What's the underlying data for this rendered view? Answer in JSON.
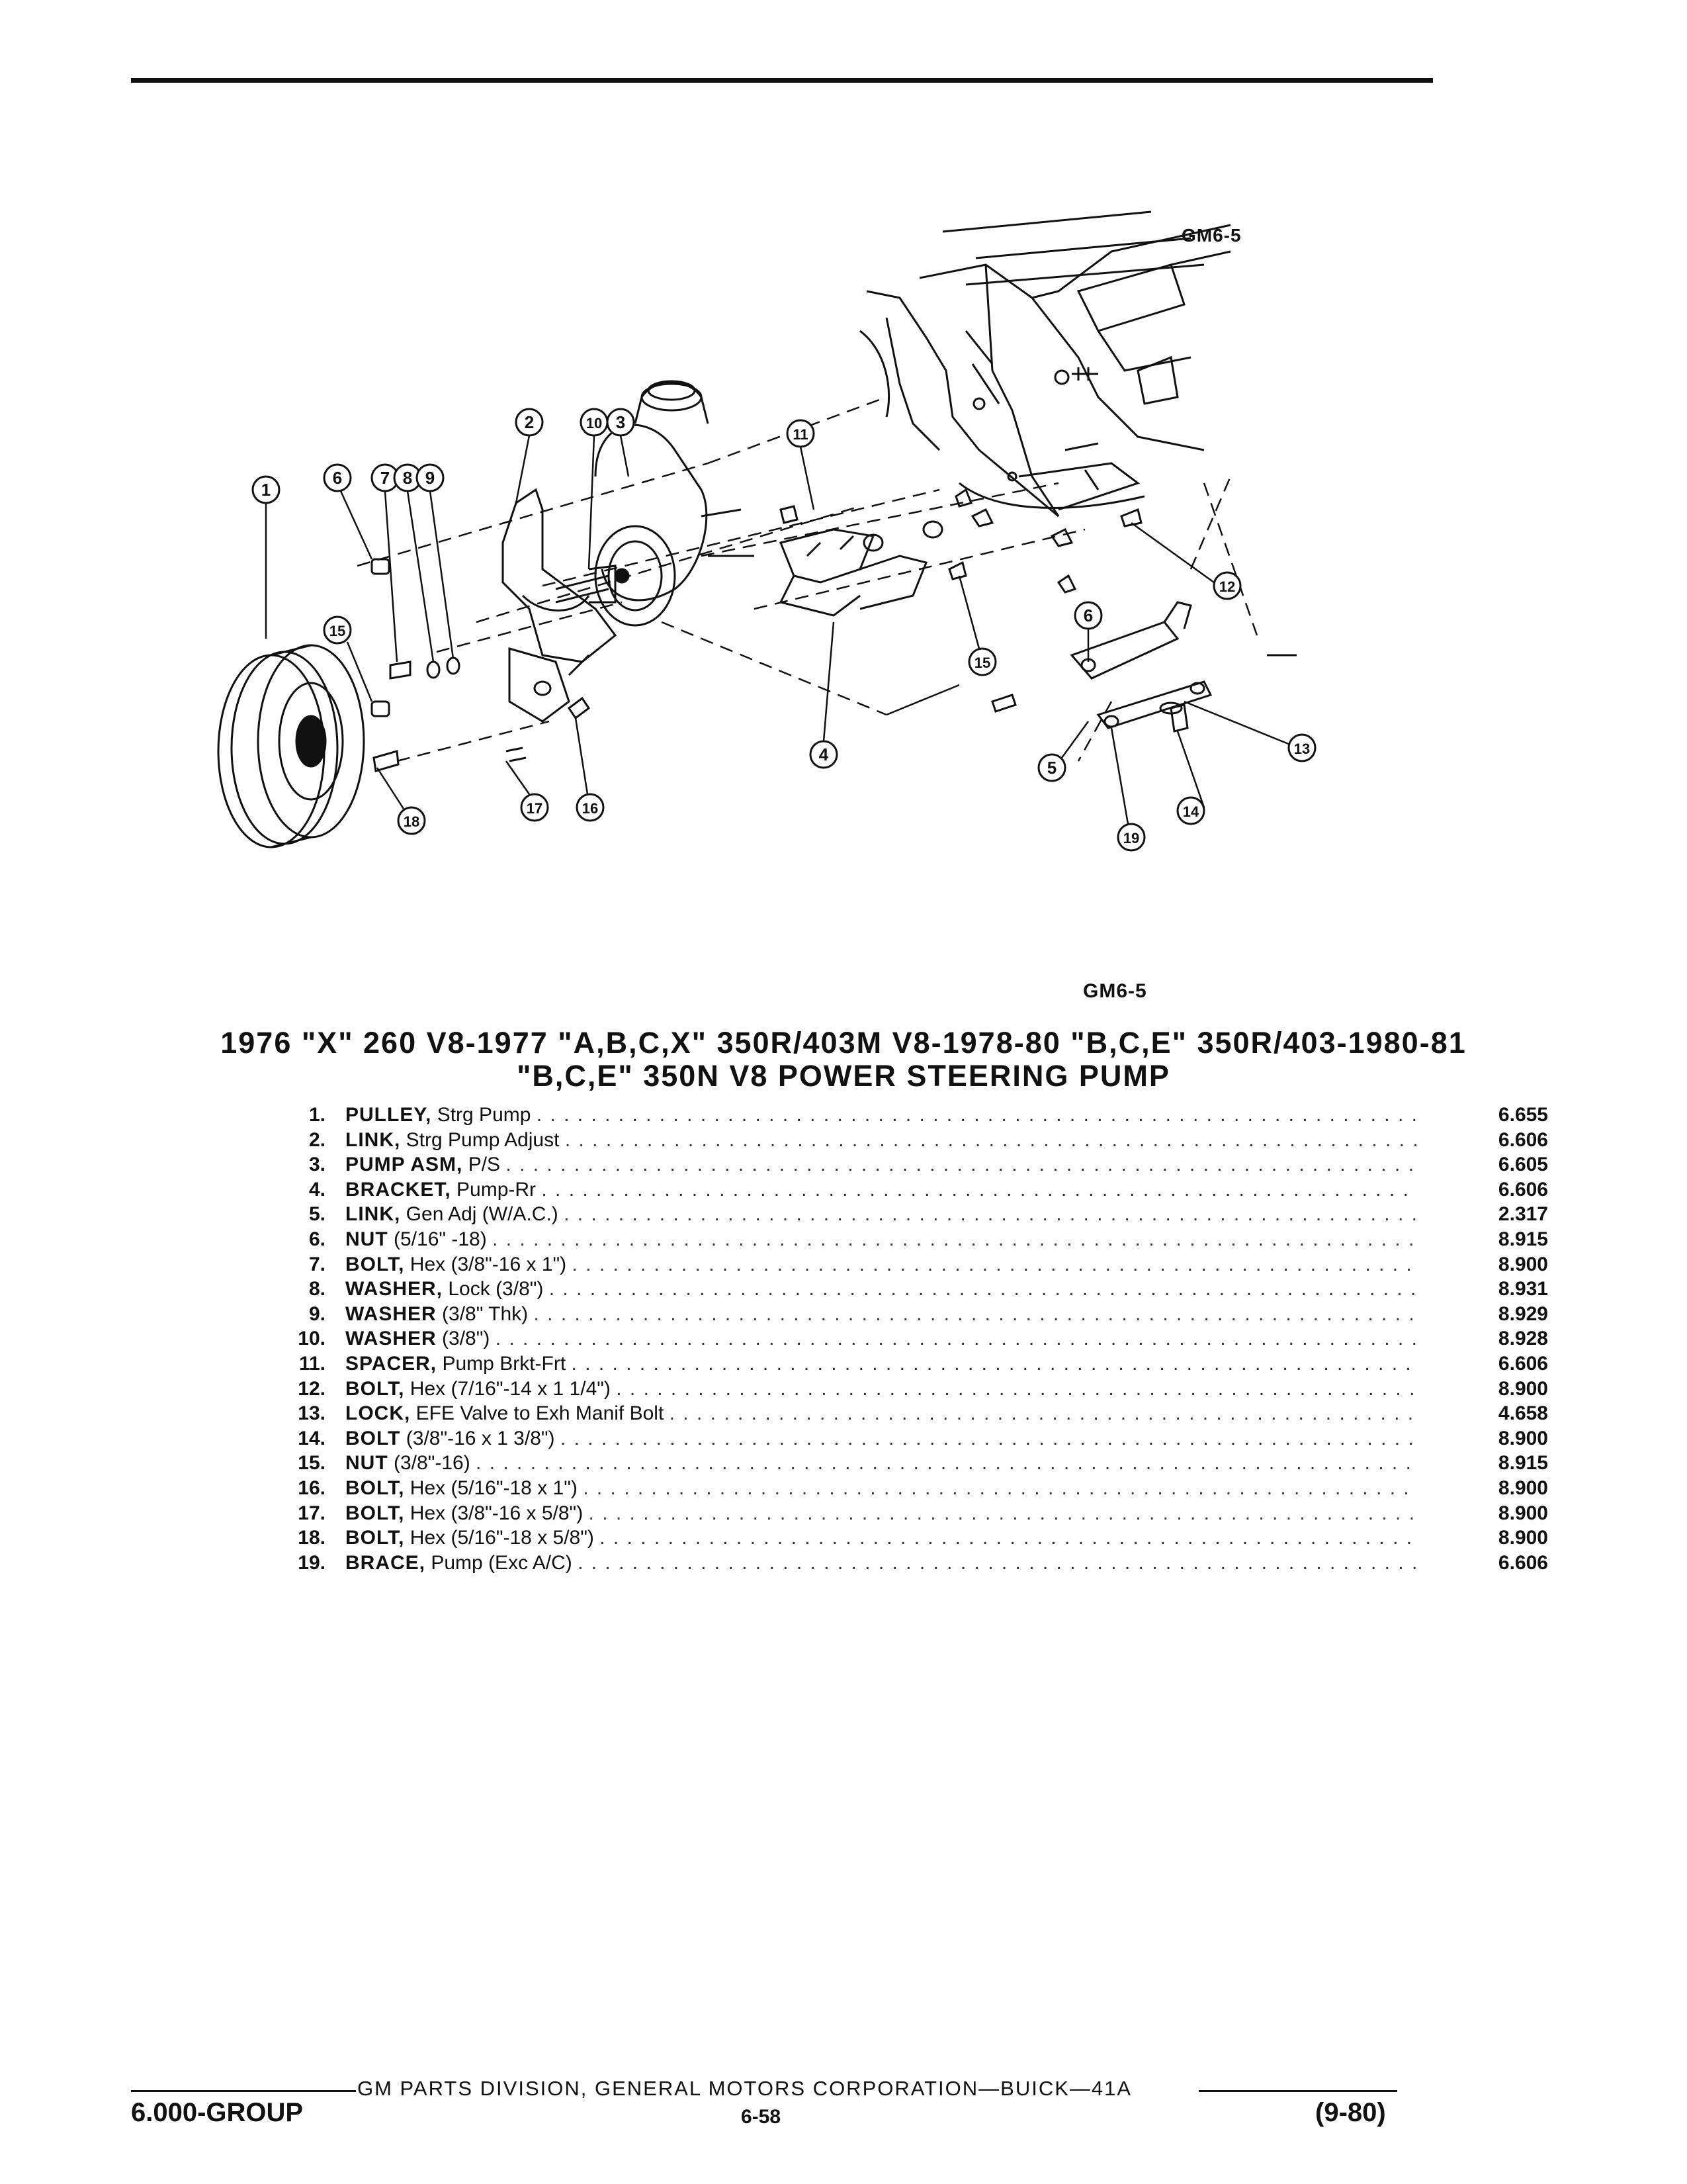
{
  "header": {
    "diagram_code_top": "GM6-5",
    "diagram_code_bottom": "GM6-5"
  },
  "title": {
    "line1": "1976 \"X\" 260 V8-1977 \"A,B,C,X\" 350R/403M V8-1978-80 \"B,C,E\" 350R/403-1980-81",
    "line2": "\"B,C,E\" 350N V8 POWER STEERING PUMP"
  },
  "parts": [
    {
      "num": "1.",
      "name": "PULLEY,",
      "desc": "Strg Pump",
      "page": "6.655"
    },
    {
      "num": "2.",
      "name": "LINK,",
      "desc": "Strg Pump Adjust",
      "page": "6.606"
    },
    {
      "num": "3.",
      "name": "PUMP ASM,",
      "desc": "P/S",
      "page": "6.605"
    },
    {
      "num": "4.",
      "name": "BRACKET,",
      "desc": "Pump-Rr",
      "page": "6.606"
    },
    {
      "num": "5.",
      "name": "LINK,",
      "desc": "Gen Adj (W/A.C.)",
      "page": "2.317"
    },
    {
      "num": "6.",
      "name": "NUT",
      "desc": "(5/16\" -18)",
      "page": "8.915"
    },
    {
      "num": "7.",
      "name": "BOLT,",
      "desc": "Hex (3/8\"-16 x 1\")",
      "page": "8.900"
    },
    {
      "num": "8.",
      "name": "WASHER,",
      "desc": "Lock (3/8\")",
      "page": "8.931"
    },
    {
      "num": "9.",
      "name": "WASHER",
      "desc": "(3/8\" Thk)",
      "page": "8.929"
    },
    {
      "num": "10.",
      "name": "WASHER",
      "desc": "(3/8\")",
      "page": "8.928"
    },
    {
      "num": "11.",
      "name": "SPACER,",
      "desc": "Pump Brkt-Frt",
      "page": "6.606"
    },
    {
      "num": "12.",
      "name": "BOLT,",
      "desc": "Hex (7/16\"-14 x 1 1/4\")",
      "page": "8.900"
    },
    {
      "num": "13.",
      "name": "LOCK,",
      "desc": "EFE Valve to Exh Manif Bolt",
      "page": "4.658"
    },
    {
      "num": "14.",
      "name": "BOLT",
      "desc": "(3/8\"-16 x 1 3/8\")",
      "page": "8.900"
    },
    {
      "num": "15.",
      "name": "NUT",
      "desc": "(3/8\"-16)",
      "page": "8.915"
    },
    {
      "num": "16.",
      "name": "BOLT,",
      "desc": "Hex (5/16\"-18 x 1\")",
      "page": "8.900"
    },
    {
      "num": "17.",
      "name": "BOLT,",
      "desc": "Hex (3/8\"-16 x 5/8\")",
      "page": "8.900"
    },
    {
      "num": "18.",
      "name": "BOLT,",
      "desc": "Hex (5/16\"-18 x 5/8\")",
      "page": "8.900"
    },
    {
      "num": "19.",
      "name": "BRACE,",
      "desc": "Pump (Exc A/C)",
      "page": "6.606"
    }
  ],
  "callouts": [
    "1",
    "2",
    "3",
    "4",
    "5",
    "6",
    "7",
    "8",
    "9",
    "10",
    "11",
    "12",
    "13",
    "14",
    "15",
    "15",
    "16",
    "17",
    "18",
    "19",
    "6"
  ],
  "footer": {
    "division": "GM PARTS DIVISION, GENERAL MOTORS CORPORATION—BUICK—41A",
    "group": "6.000-GROUP",
    "page_number": "6-58",
    "date": "(9-80)"
  }
}
